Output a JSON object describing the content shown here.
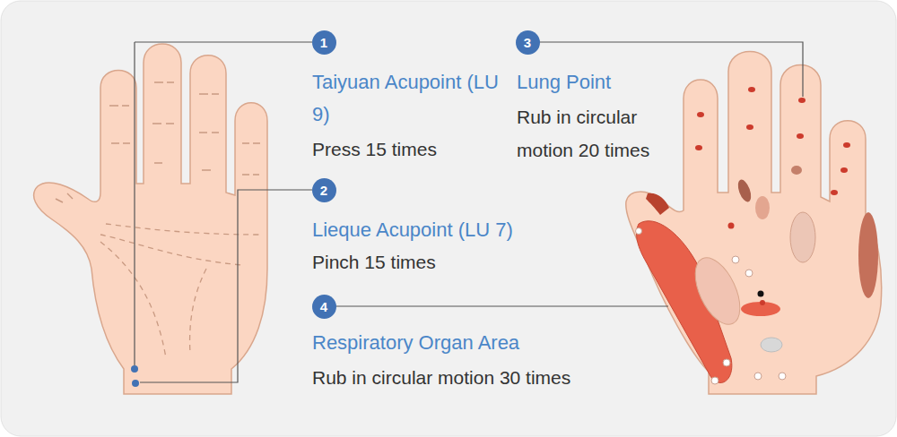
{
  "diagram": {
    "nodes": [
      {
        "text": [
          "1"
        ]
      },
      {
        "text": [
          "2"
        ]
      },
      {
        "text": [
          "3"
        ]
      },
      {
        "text": [
          "4"
        ]
      }
    ],
    "labels": [
      "Taiyuan Acupoint (LU 9)",
      "Press 15 times",
      "Lung Point",
      "Rub in circular motion 20 times",
      "Lieque Acupoint (LU 7)",
      "Pinch 15 times",
      "Respiratory Organ Area",
      "Rub in circular motion 30 times"
    ]
  }
}
